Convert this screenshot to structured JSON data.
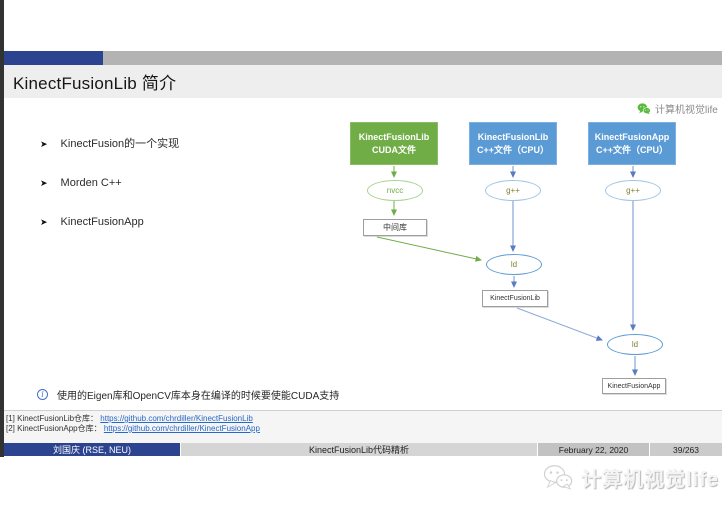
{
  "header": {
    "title": "KinectFusionLib 简介"
  },
  "watermark": {
    "text": "计算机视觉life"
  },
  "bullets": [
    "KinectFusion的一个实现",
    "Morden C++",
    "KinectFusionApp"
  ],
  "diagram": {
    "cuda_box": {
      "line1": "KinectFusionLib",
      "line2": "CUDA文件"
    },
    "lib_box": {
      "line1": "KinectFusionLib",
      "line2": "C++文件（CPU）"
    },
    "app_box": {
      "line1": "KinectFusionApp",
      "line2": "C++文件（CPU）"
    },
    "nvcc": "nvcc",
    "gpp_lib": "g++",
    "gpp_app": "g++",
    "mid_lib": "中间库",
    "ld_lib": "ld",
    "ld_app": "ld",
    "lib_out": "KinectFusionLib",
    "app_out": "KinectFusionApp"
  },
  "info_note": "使用的Eigen库和OpenCV库本身在编译的时候要使能CUDA支持",
  "footnotes": [
    {
      "label": "[1] KinectFusionLib仓库：",
      "url": "https://github.com/chrdiller/KinectFusionLib"
    },
    {
      "label": "[2] KinectFusionApp仓库：",
      "url": "https://github.com/chrdiller/KinectFusionApp"
    }
  ],
  "footer": {
    "author": "刘国庆 (RSE, NEU)",
    "deck_title": "KinectFusionLib代码精析",
    "date": "February 22, 2020",
    "page": "39/263"
  },
  "colors": {
    "navy": "#2c4390",
    "green": "#70ad47",
    "blue": "#5b9bd5",
    "olive": "#7f7f2f",
    "link": "#2667c9",
    "bar_gray": "#b3b3b3"
  }
}
